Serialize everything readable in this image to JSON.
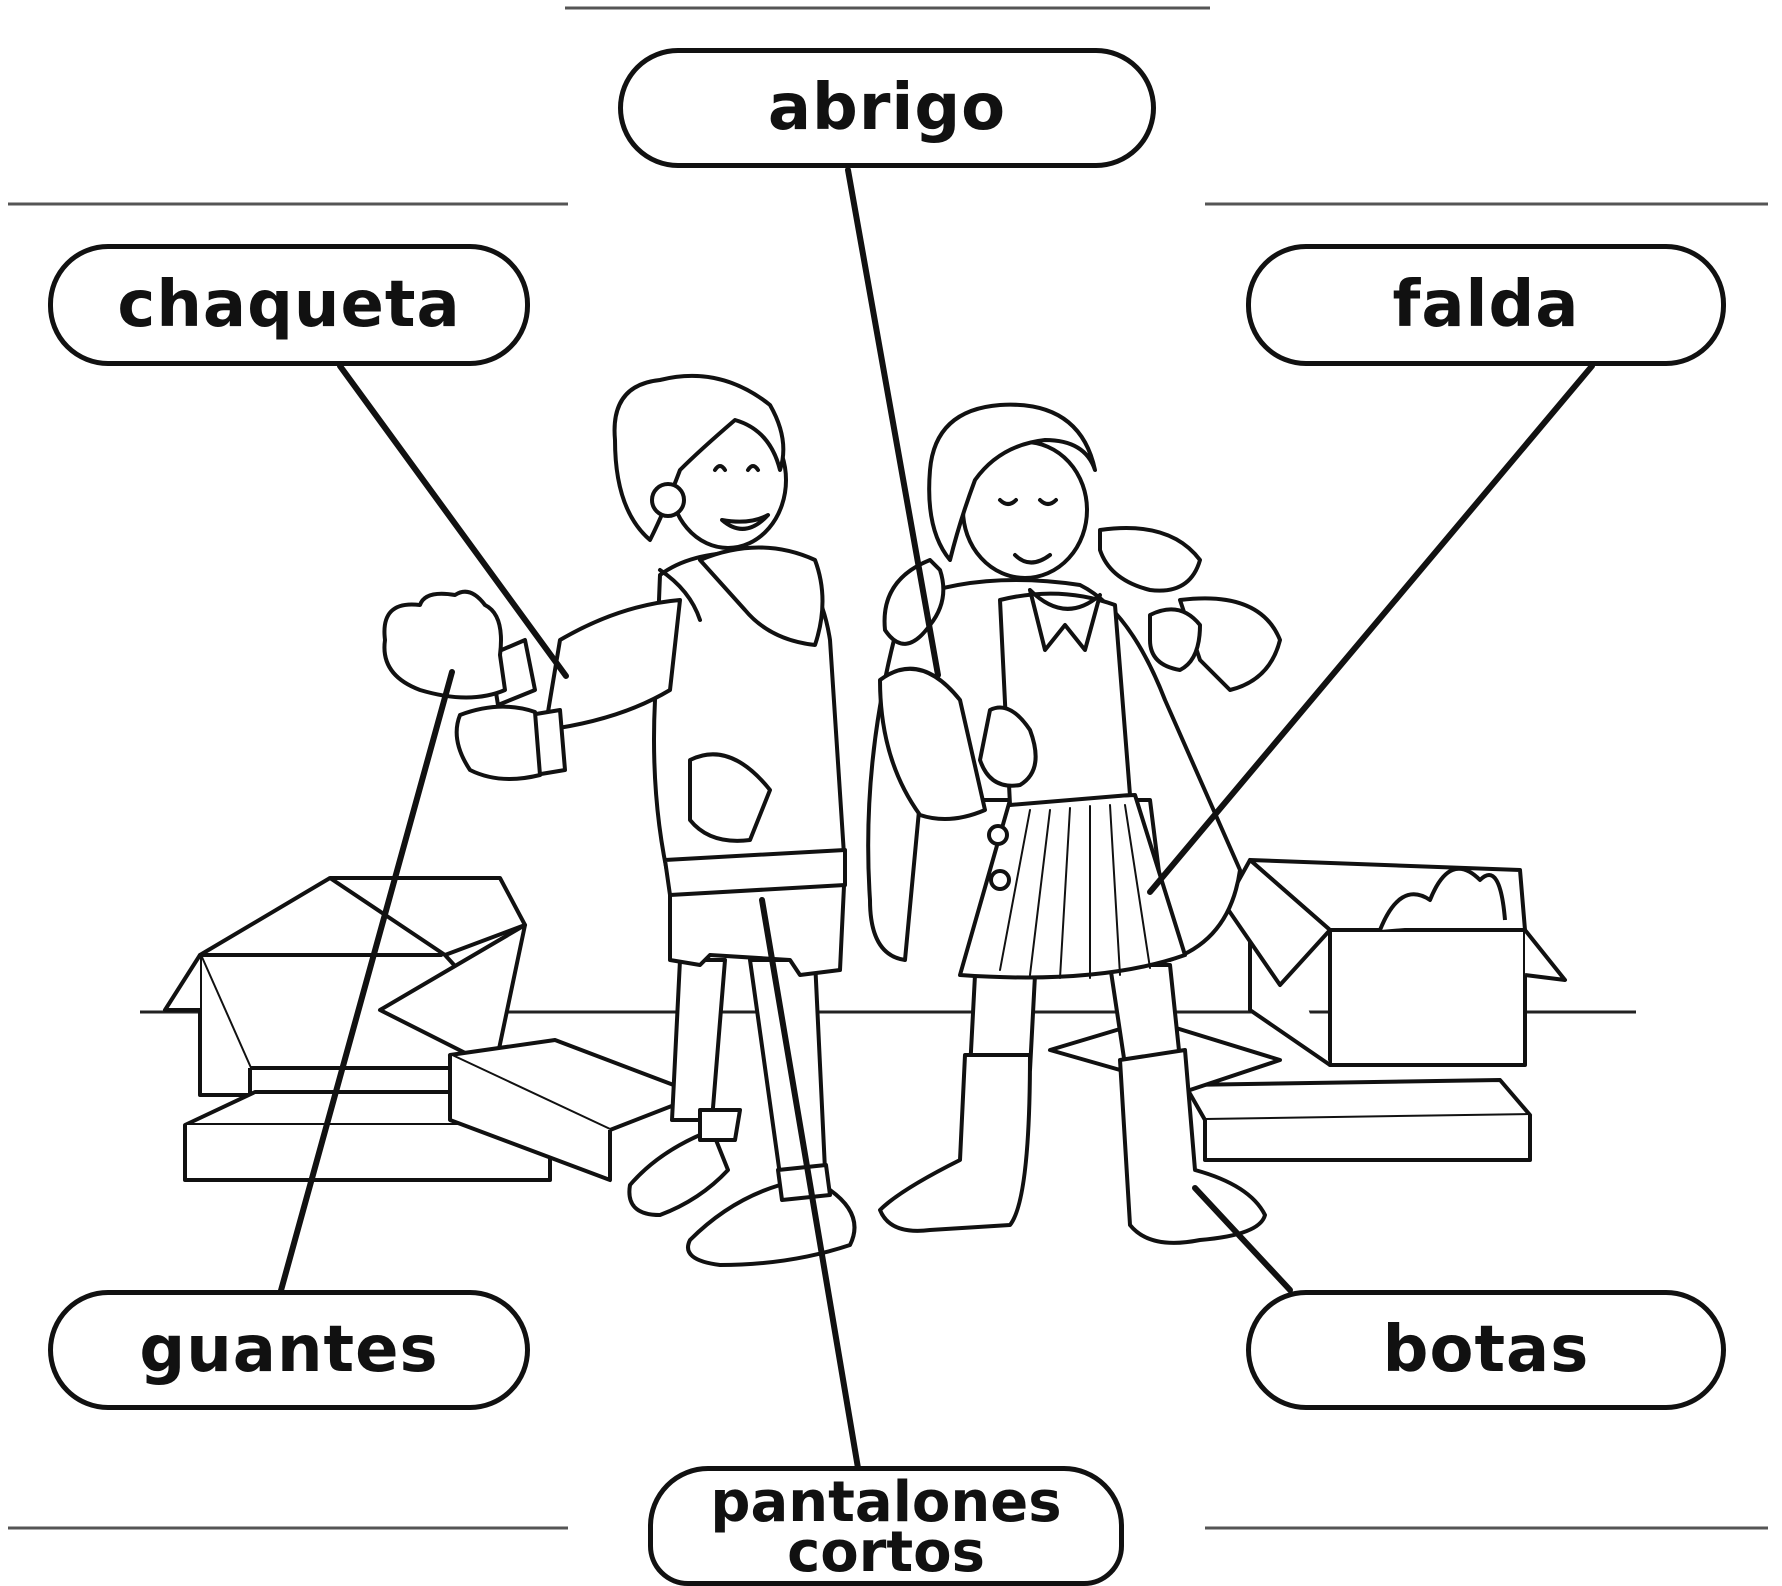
{
  "colors": {
    "ink": "#111111",
    "paper": "#ffffff"
  },
  "labels": {
    "abrigo": "abrigo",
    "chaqueta": "chaqueta",
    "falda": "falda",
    "guantes": "guantes",
    "botas": "botas",
    "pantalones_line1": "pantalones",
    "pantalones_line2": "cortos"
  }
}
